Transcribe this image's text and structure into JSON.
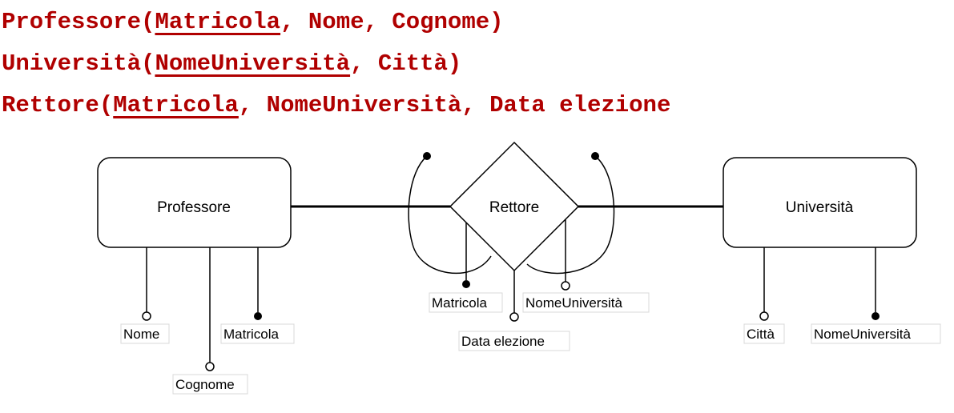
{
  "schema": {
    "professore": {
      "name": "Professore",
      "open": "(",
      "key": "Matricola",
      "rest": ", Nome, Cognome)"
    },
    "universita": {
      "name": "Università",
      "open": "(",
      "key": "NomeUniversità",
      "rest": ", Città)"
    },
    "rettore": {
      "name": "Rettore",
      "open": "(",
      "key": "Matricola",
      "rest": ", NomeUniversità, Data elezione"
    }
  },
  "diagram": {
    "entities": {
      "professore": "Professore",
      "universita": "Università"
    },
    "relationship": "Rettore",
    "attributes": {
      "prof_nome": "Nome",
      "prof_cognome": "Cognome",
      "prof_matricola": "Matricola",
      "rett_matricola": "Matricola",
      "rett_nomeuniv": "NomeUniversità",
      "rett_data": "Data elezione",
      "univ_citta": "Città",
      "univ_nome": "NomeUniversità"
    }
  },
  "colors": {
    "schema_text": "#b00000",
    "lines": "#000000"
  }
}
